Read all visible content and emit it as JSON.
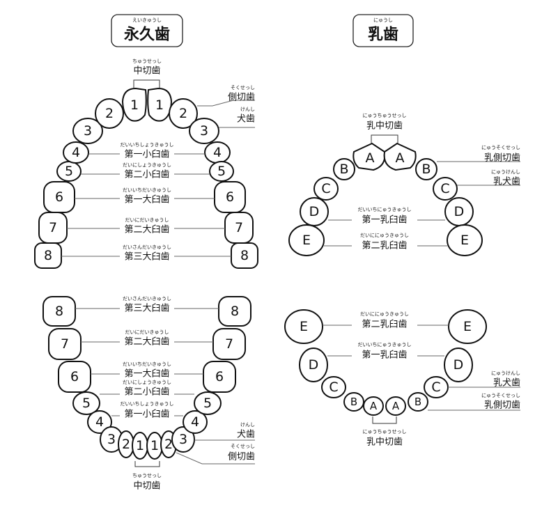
{
  "headings": {
    "permanent": {
      "title": "永久歯",
      "reading": "えいきゅうし"
    },
    "primary": {
      "title": "乳歯",
      "reading": "にゅうし"
    }
  },
  "permanent_upper": {
    "teeth": [
      "8",
      "7",
      "6",
      "5",
      "4",
      "3",
      "2",
      "1",
      "1",
      "2",
      "3",
      "4",
      "5",
      "6",
      "7",
      "8"
    ],
    "labels": [
      {
        "text": "中切歯",
        "reading": "ちゅうせっし"
      },
      {
        "text": "側切歯",
        "reading": "そくせっし"
      },
      {
        "text": "犬歯",
        "reading": "けんし"
      },
      {
        "text": "第一小臼歯",
        "reading": "だいいちしょうきゅうし"
      },
      {
        "text": "第二小臼歯",
        "reading": "だいにしょうきゅうし"
      },
      {
        "text": "第一大臼歯",
        "reading": "だいいちだいきゅうし"
      },
      {
        "text": "第二大臼歯",
        "reading": "だいにだいきゅうし"
      },
      {
        "text": "第三大臼歯",
        "reading": "だいさんだいきゅうし"
      }
    ]
  },
  "permanent_lower": {
    "teeth": [
      "8",
      "7",
      "6",
      "5",
      "4",
      "3",
      "2",
      "1",
      "1",
      "2",
      "3",
      "4",
      "5",
      "6",
      "7",
      "8"
    ],
    "labels": [
      {
        "text": "第三大臼歯",
        "reading": "だいさんだいきゅうし"
      },
      {
        "text": "第二大臼歯",
        "reading": "だいにだいきゅうし"
      },
      {
        "text": "第一大臼歯",
        "reading": "だいいちだいきゅうし"
      },
      {
        "text": "第二小臼歯",
        "reading": "だいにしょうきゅうし"
      },
      {
        "text": "第一小臼歯",
        "reading": "だいいちしょうきゅうし"
      },
      {
        "text": "犬歯",
        "reading": "けんし"
      },
      {
        "text": "側切歯",
        "reading": "そくせっし"
      },
      {
        "text": "中切歯",
        "reading": "ちゅうせっし"
      }
    ]
  },
  "primary_upper": {
    "teeth": [
      "E",
      "D",
      "C",
      "B",
      "A",
      "A",
      "B",
      "C",
      "D",
      "E"
    ],
    "labels": [
      {
        "text": "乳中切歯",
        "reading": "にゅうちゅうせっし"
      },
      {
        "text": "乳側切歯",
        "reading": "にゅうそくせっし"
      },
      {
        "text": "乳犬歯",
        "reading": "にゅうけんし"
      },
      {
        "text": "第一乳臼歯",
        "reading": "だいいちにゅうきゅうし"
      },
      {
        "text": "第二乳臼歯",
        "reading": "だいににゅうきゅうし"
      }
    ]
  },
  "primary_lower": {
    "teeth": [
      "E",
      "D",
      "C",
      "B",
      "A",
      "A",
      "B",
      "C",
      "D",
      "E"
    ],
    "labels": [
      {
        "text": "第二乳臼歯",
        "reading": "だいににゅうきゅうし"
      },
      {
        "text": "第一乳臼歯",
        "reading": "だいいちにゅうきゅうし"
      },
      {
        "text": "乳犬歯",
        "reading": "にゅうけんし"
      },
      {
        "text": "乳側切歯",
        "reading": "にゅうそくせっし"
      },
      {
        "text": "乳中切歯",
        "reading": "にゅうちゅうせっし"
      }
    ]
  }
}
